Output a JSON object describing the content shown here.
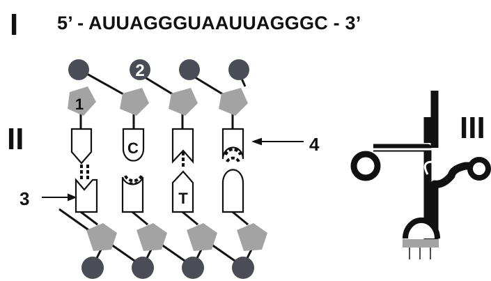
{
  "labels": {
    "roman_one": "I",
    "roman_two": "II",
    "roman_three": "III",
    "sequence": "5’ - AUUAGGGUAAUUAGGGC - 3’",
    "arrow_three": "3",
    "arrow_four": "4",
    "phosphate_label": "2",
    "sugar_label": "1",
    "base_c": "C",
    "base_t": "T"
  },
  "colors": {
    "phosphate": "#4a4d55",
    "sugar": "#a3a3a3",
    "line": "#111111"
  }
}
